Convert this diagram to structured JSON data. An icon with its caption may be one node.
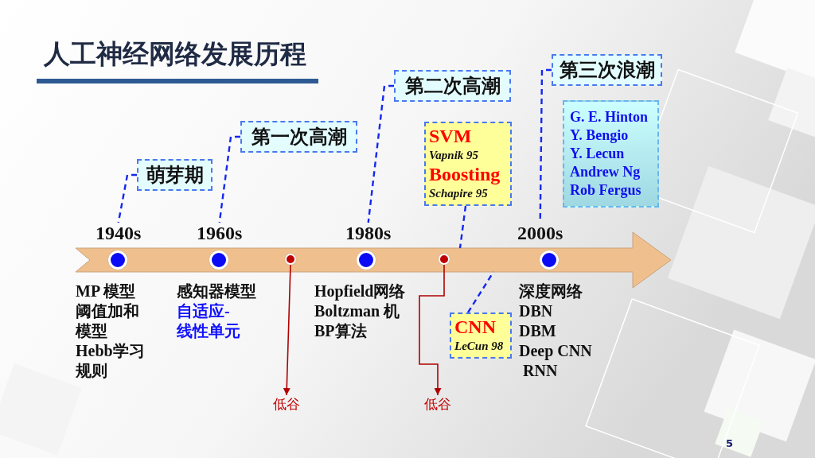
{
  "diagram": {
    "title": "人工神经网络发展历程",
    "nodes": [
      {
        "text": [
          "萌芽期"
        ]
      },
      {
        "text": [
          "第一次高潮"
        ]
      },
      {
        "text": [
          "第二次高潮"
        ]
      },
      {
        "text": [
          "SVM",
          "Vapnik 95",
          "Boosting",
          "Schapire 95"
        ]
      },
      {
        "text": [
          "第三次浪潮"
        ]
      },
      {
        "text": [
          "G. E. Hinton",
          "Y. Bengio",
          "Y. Lecun",
          "Andrew Ng",
          "Rob Fergus"
        ]
      },
      {
        "text": [
          "1940s"
        ]
      },
      {
        "text": [
          "1960s"
        ]
      },
      {
        "text": [
          "1980s"
        ]
      },
      {
        "text": [
          "2000s"
        ]
      },
      {
        "text": [],
        "shape": "arrow"
      },
      {
        "text": [],
        "shape": "circle",
        "in": 10
      },
      {
        "text": [],
        "shape": "circle",
        "in": 10
      },
      {
        "text": [],
        "shape": "circle",
        "in": 10
      },
      {
        "text": [],
        "shape": "circle",
        "in": 10
      },
      {
        "text": [],
        "shape": "circle",
        "in": 10
      },
      {
        "text": [],
        "shape": "circle",
        "in": 10
      },
      {
        "text": [
          "CNN",
          "LeCun 98"
        ]
      },
      {
        "text": [
          "低谷"
        ]
      },
      {
        "text": [
          "低谷"
        ]
      }
    ],
    "edges": [
      {
        "from": 0,
        "to": 6,
        "arrow": "none",
        "style": "dashed"
      },
      {
        "from": 1,
        "to": 7,
        "arrow": "none",
        "style": "dashed"
      },
      {
        "from": 2,
        "to": 8,
        "arrow": "none",
        "style": "dashed"
      },
      {
        "from": 4,
        "to": 9,
        "arrow": "none",
        "style": "dashed"
      },
      {
        "from": 3,
        "to": 10,
        "arrow": "none",
        "style": "dashed"
      },
      {
        "from": 17,
        "to": 10,
        "arrow": "none",
        "style": "dashed"
      },
      {
        "from": 13,
        "to": 18,
        "arrow": "to",
        "color": "#b00000"
      },
      {
        "from": 15,
        "to": 19,
        "arrow": "to",
        "color": "#b00000"
      }
    ],
    "labels": [
      "MP 模型",
      "阈值加和模型",
      "Hebb学习规则",
      "感知器模型",
      "自适应-线性单元",
      "Hopfield网络",
      "Boltzman 机",
      "BP算法",
      "深度网络",
      "DBN",
      "DBM",
      "Deep CNN",
      "RNN",
      "5"
    ]
  }
}
